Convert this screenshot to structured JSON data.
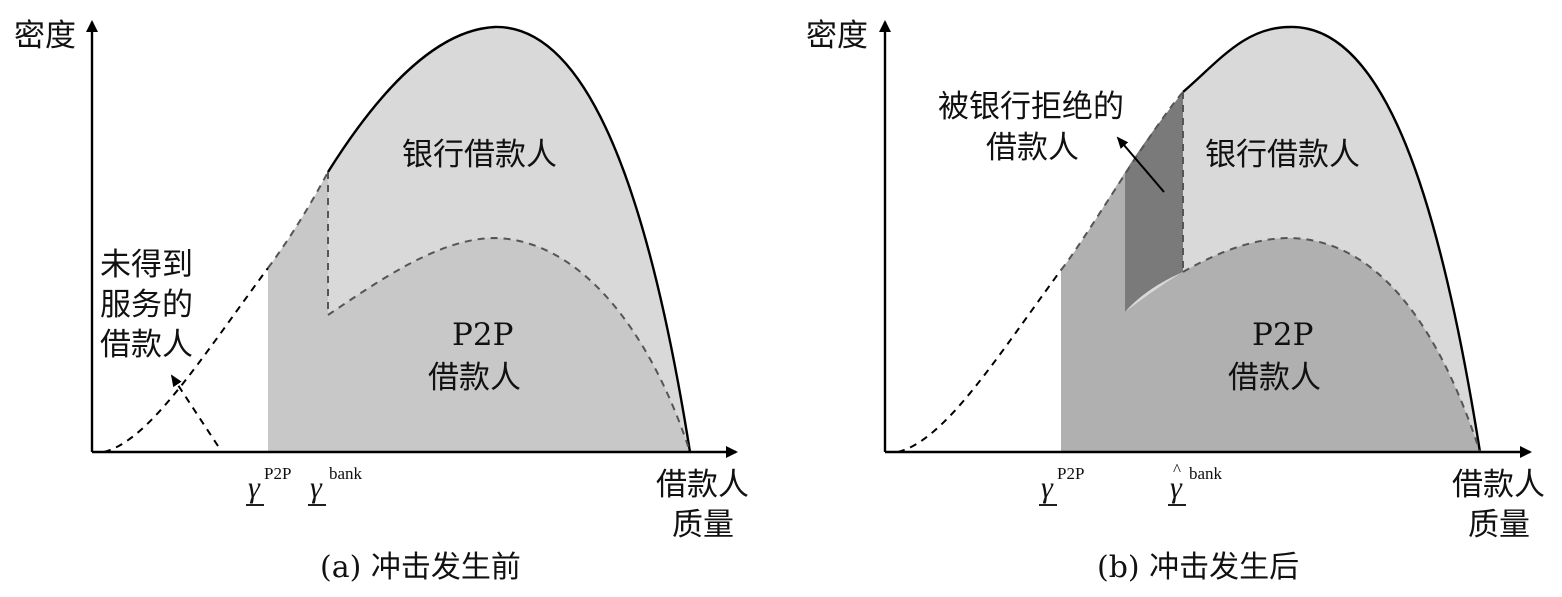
{
  "panel_a": {
    "y_axis_label": "密度",
    "x_axis_label_line1": "借款人",
    "x_axis_label_line2": "质量",
    "region_bank": "银行借款人",
    "region_p2p_line1": "P2P",
    "region_p2p_line2": "借款人",
    "unserved_line1": "未得到",
    "unserved_line2": "服务的",
    "unserved_line3": "借款人",
    "threshold_p2p_symbol": "γ",
    "threshold_p2p_sup": "P2P",
    "threshold_bank_symbol": "γ",
    "threshold_bank_sup": "bank",
    "caption": "(a) 冲击发生前"
  },
  "panel_b": {
    "y_axis_label": "密度",
    "x_axis_label_line1": "借款人",
    "x_axis_label_line2": "质量",
    "region_bank": "银行借款人",
    "region_p2p_line1": "P2P",
    "region_p2p_line2": "借款人",
    "rejected_line1": "被银行拒绝的",
    "rejected_line2": "借款人",
    "threshold_p2p_symbol": "γ",
    "threshold_p2p_sup": "P2P",
    "threshold_bank_symbol": "γ",
    "threshold_bank_hat": "^",
    "threshold_bank_sup": "bank",
    "caption": "(b) 冲击发生后"
  },
  "colors": {
    "light_gray": "#d9d9d9",
    "mid_gray": "#c8c8c8",
    "dark_gray": "#b0b0b0",
    "darkest_gray": "#7a7a7a",
    "dashed_inner": "#555555",
    "line": "#000000"
  }
}
